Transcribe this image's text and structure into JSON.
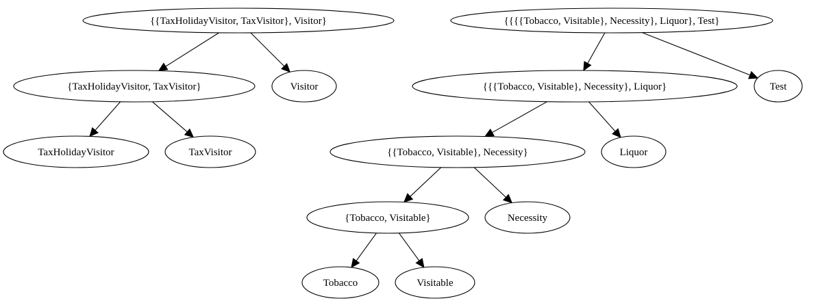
{
  "diagram": {
    "type": "tree",
    "nodes": [
      {
        "id": "n1",
        "label": "{{TaxHolidayVisitor, TaxVisitor}, Visitor}"
      },
      {
        "id": "n2",
        "label": "{TaxHolidayVisitor, TaxVisitor}"
      },
      {
        "id": "n3",
        "label": "Visitor"
      },
      {
        "id": "n4",
        "label": "TaxHolidayVisitor"
      },
      {
        "id": "n5",
        "label": "TaxVisitor"
      },
      {
        "id": "n6",
        "label": "{{{{Tobacco, Visitable}, Necessity}, Liquor}, Test}"
      },
      {
        "id": "n7",
        "label": "{{{Tobacco, Visitable}, Necessity}, Liquor}"
      },
      {
        "id": "n8",
        "label": "Test"
      },
      {
        "id": "n9",
        "label": "{{Tobacco, Visitable}, Necessity}"
      },
      {
        "id": "n10",
        "label": "Liquor"
      },
      {
        "id": "n11",
        "label": "{Tobacco, Visitable}"
      },
      {
        "id": "n12",
        "label": "Necessity"
      },
      {
        "id": "n13",
        "label": "Tobacco"
      },
      {
        "id": "n14",
        "label": "Visitable"
      }
    ],
    "edges": [
      {
        "from": "n1",
        "to": "n2"
      },
      {
        "from": "n1",
        "to": "n3"
      },
      {
        "from": "n2",
        "to": "n4"
      },
      {
        "from": "n2",
        "to": "n5"
      },
      {
        "from": "n6",
        "to": "n7"
      },
      {
        "from": "n6",
        "to": "n8"
      },
      {
        "from": "n7",
        "to": "n9"
      },
      {
        "from": "n7",
        "to": "n10"
      },
      {
        "from": "n9",
        "to": "n11"
      },
      {
        "from": "n9",
        "to": "n12"
      },
      {
        "from": "n11",
        "to": "n13"
      },
      {
        "from": "n11",
        "to": "n14"
      }
    ]
  }
}
